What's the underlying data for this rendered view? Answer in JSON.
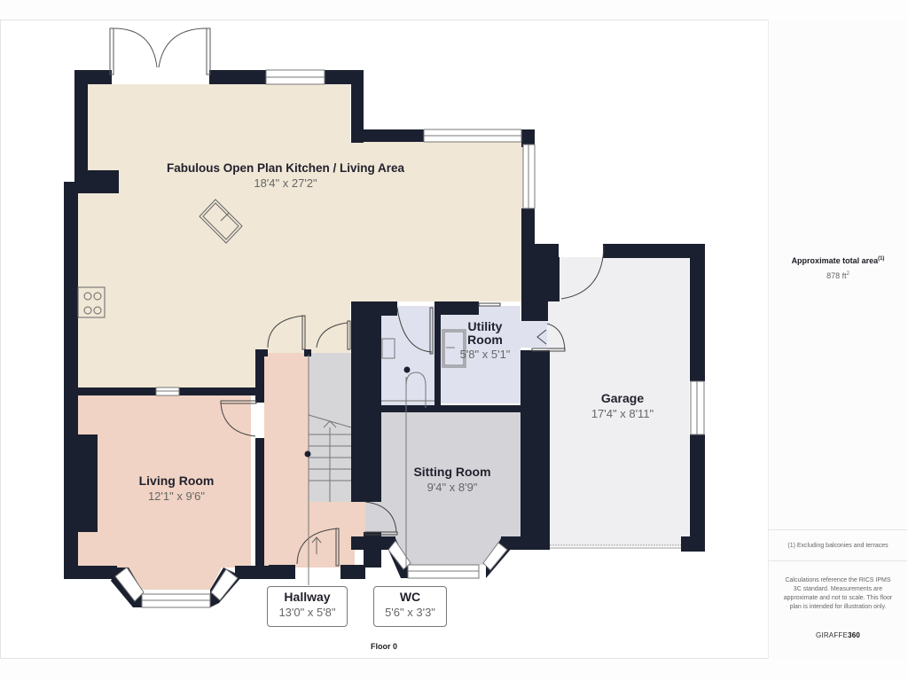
{
  "floor_plan": {
    "floor_label": "Floor 0",
    "rooms": [
      {
        "id": "kitchen",
        "name": "Fabulous Open Plan Kitchen / Living Area",
        "dimensions": "18'4\" x 27'2\"",
        "fill": "#f0e7d6"
      },
      {
        "id": "living",
        "name": "Living Room",
        "dimensions": "12'1\" x 9'6\"",
        "fill": "#f0d3c4"
      },
      {
        "id": "hallway",
        "name": "Hallway",
        "dimensions": "13'0\" x 5'8\"",
        "fill": "#f0d3c4"
      },
      {
        "id": "wc",
        "name": "WC",
        "dimensions": "5'6\" x 3'3\"",
        "fill": "#dfe2ee"
      },
      {
        "id": "utility",
        "name": "Utility Room",
        "name_line1": "Utility",
        "name_line2": "Room",
        "dimensions": "5'8\" x 5'1\"",
        "fill": "#dfe2ee"
      },
      {
        "id": "sitting",
        "name": "Sitting Room",
        "dimensions": "9'4\" x 8'9\"",
        "fill": "#d4d4d8"
      },
      {
        "id": "garage",
        "name": "Garage",
        "dimensions": "17'4\" x 8'11\"",
        "fill": "#efeff2"
      }
    ],
    "wall_color": "#1b2030"
  },
  "side_panel": {
    "area_title": "Approximate total area",
    "area_footnote_marker": "(1)",
    "area_value": "878 ft",
    "area_unit_sup": "2",
    "footnote": "(1) Excluding balconies and terraces",
    "disclaimer": "Calculations reference the RICS IPMS 3C standard. Measurements are approximate and not to scale. This floor plan is intended for illustration only.",
    "brand_light": "GIRAFFE",
    "brand_bold": "360"
  }
}
